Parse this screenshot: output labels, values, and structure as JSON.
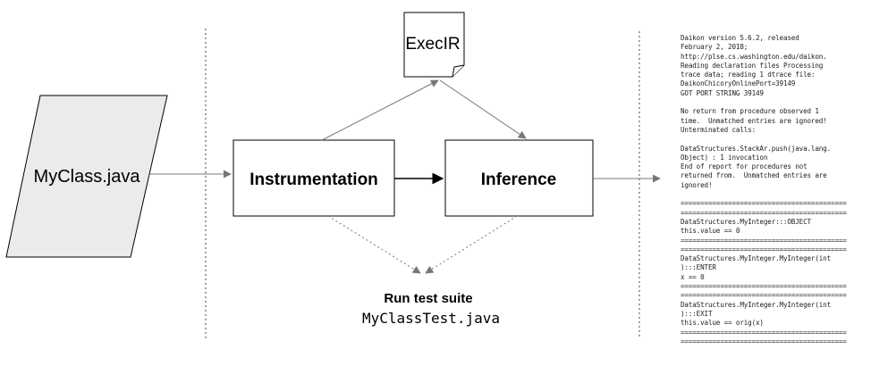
{
  "nodes": {
    "source": {
      "label": "MyClass.java"
    },
    "execir": {
      "label": "ExecIR"
    },
    "instrumentation": {
      "label": "Instrumentation"
    },
    "inference": {
      "label": "Inference"
    },
    "test_suite": {
      "title": "Run test suite",
      "file": "MyClassTest.java"
    }
  },
  "colors": {
    "source_fill": "#ebebeb",
    "stroke": "#000000",
    "arrow_gray": "#777777",
    "divider": "#444444"
  },
  "output_log": [
    "Daikon version 5.6.2, released",
    "February 2, 2018;",
    "http://plse.cs.washington.edu/daikon.",
    "Reading declaration files Processing",
    "trace data; reading 1 dtrace file:",
    "DaikonChicoryOnlinePort=39149",
    "GOT PORT STRING 39149",
    "",
    "No return from procedure observed 1",
    "time.  Unmatched entries are ignored!",
    "Unterminated calls:",
    "",
    "DataStructures.StackAr.push(java.lang.",
    "Object) : 1 invocation",
    "End of report for procedures not",
    "returned from.  Unmatched entries are",
    "ignored!",
    "",
    "==========================================",
    "==========================================",
    "DataStructures.MyInteger:::OBJECT",
    "this.value == 0",
    "==========================================",
    "==========================================",
    "DataStructures.MyInteger.MyInteger(int",
    "):::ENTER",
    "x == 0",
    "==========================================",
    "==========================================",
    "DataStructures.MyInteger.MyInteger(int",
    "):::EXIT",
    "this.value == orig(x)",
    "==========================================",
    "=========================================="
  ]
}
